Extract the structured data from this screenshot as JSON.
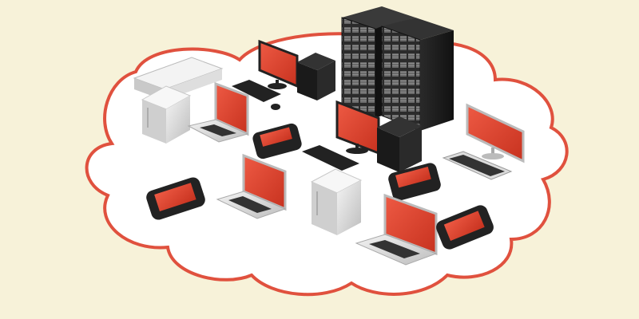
{
  "scene": {
    "subject": "cloud-network-illustration",
    "colors": {
      "background": "#f7f2d9",
      "cloud_fill": "#ffffff",
      "cloud_outline": "#e0513e",
      "screen_red": "#e3412d",
      "device_black": "#1d1d1d",
      "device_silver": "#d8d8d8",
      "device_white": "#f2f2f2"
    },
    "devices": [
      {
        "kind": "server-rack",
        "count": 2
      },
      {
        "kind": "tower-pc-black",
        "count": 2
      },
      {
        "kind": "tower-pc-white",
        "count": 2
      },
      {
        "kind": "rack-server-unit",
        "count": 1
      },
      {
        "kind": "desktop-monitor",
        "count": 3
      },
      {
        "kind": "laptop",
        "count": 3
      },
      {
        "kind": "smartphone",
        "count": 4
      },
      {
        "kind": "keyboard",
        "count": 3
      },
      {
        "kind": "mouse",
        "count": 1
      }
    ]
  }
}
